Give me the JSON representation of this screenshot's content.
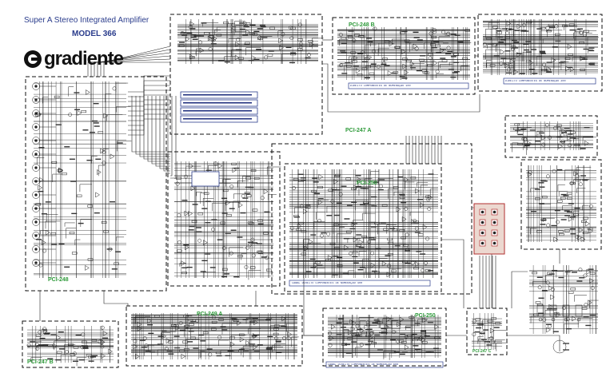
{
  "header": {
    "title": "Super A Stereo Integrated Amplifier",
    "model": "MODEL 366",
    "brand": "gradiente"
  },
  "boards": {
    "pci248": "PCI-248",
    "pci248b": "PCI-248 B",
    "pci247a": "PCI-247 A",
    "pci250": "PCI-250",
    "pci249a": "PCI-249 A",
    "pci250b": "PCI-250",
    "pci247b": "PCI-247 B",
    "pci247c": "PCI-247 C"
  },
  "strips": {
    "top_left": "DIREITO COMPONENTES DE NUMERAÇÃO 100",
    "top_right": "DIREITO COMPONENTES DE NUMERAÇÃO 300",
    "mid": "CANAL DIREITO COMPONENTES DE NUMERAÇÃO 400",
    "bottom": "CANAL DIREITO COMPONENTES DE NUMERAÇÃO 600"
  },
  "colors": {
    "ink": "#1a1a1a",
    "board_label": "#2e9a3a",
    "title": "#2a3c8c",
    "switch_border": "#b03030",
    "switch_fill": "#ecd8d0"
  }
}
